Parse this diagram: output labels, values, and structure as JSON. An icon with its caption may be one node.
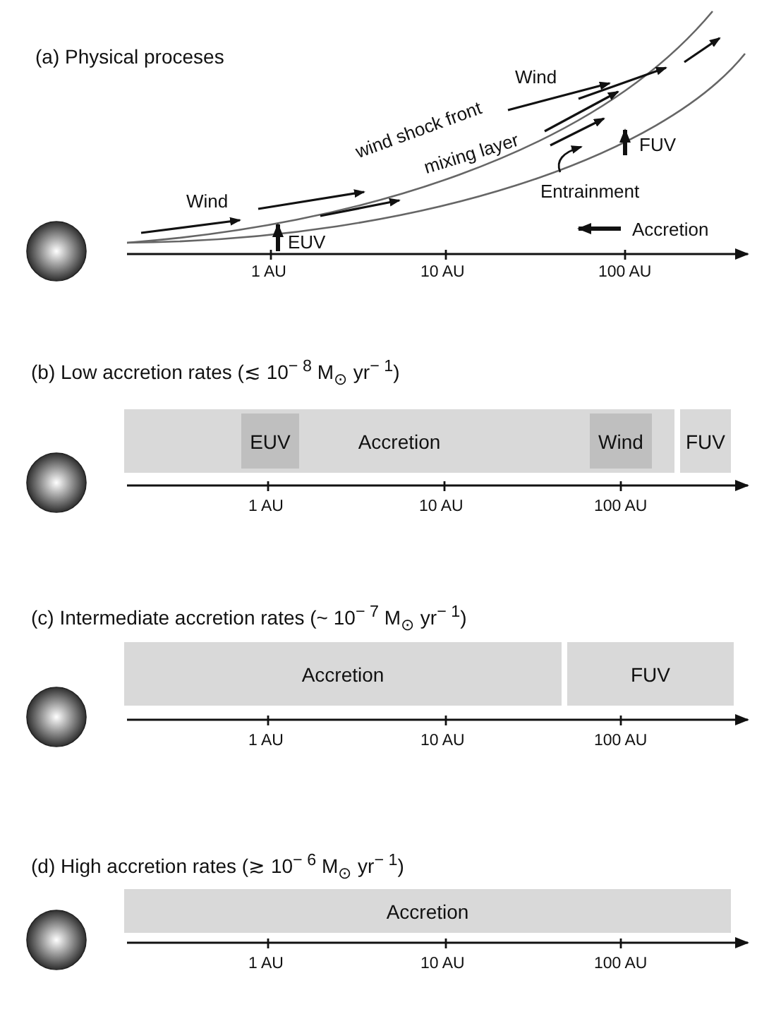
{
  "diagram": {
    "nodes": [
      {
        "text": [
          "Accretion"
        ]
      },
      {
        "text": [
          "EUV"
        ],
        "in": 0
      },
      {
        "text": [
          "Wind"
        ],
        "in": 0
      },
      {
        "text": [
          "FUV"
        ]
      },
      {
        "text": [
          "Accretion"
        ]
      },
      {
        "text": [
          "FUV"
        ]
      },
      {
        "text": [
          "Accretion"
        ]
      }
    ],
    "edges": [],
    "labels": [
      "(a) Physical proceses",
      "Wind",
      "FUV",
      "wind shock front",
      "mixing layer",
      "Entrainment",
      "Wind",
      "Accretion",
      "EUV",
      "1 AU",
      "10 AU",
      "100 AU",
      "(b) Low accretion rates (≲ 10$^{− 8}$ M$_{⊙}$ yr$^{− 1}$)",
      "1 AU",
      "10 AU",
      "100 AU",
      "(c) Intermediate accretion rates (~ 10$^{− 7}$ M$_{⊙}$ yr$^{− 1}$)",
      "1 AU",
      "10 AU",
      "100 AU",
      "(d) High accretion rates (≳ 10$^{− 6}$ M$_{⊙}$ yr$^{− 1}$)",
      "1 AU",
      "10 AU",
      "100 AU"
    ]
  }
}
